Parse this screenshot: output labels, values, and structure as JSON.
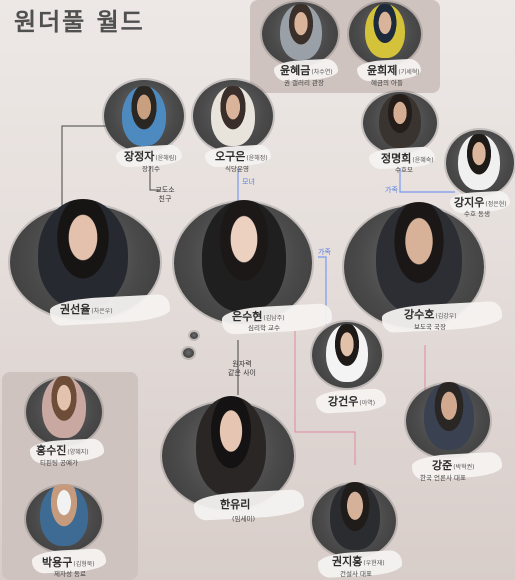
{
  "title": "원더풀 월드",
  "characters": [
    {
      "key": "hyegeum",
      "name": "윤혜금",
      "role": "(차수연)",
      "desc": "권 갤러리 관장"
    },
    {
      "key": "huije",
      "name": "윤희제",
      "role": "(기세혁)",
      "desc": "혜금의 아들"
    },
    {
      "key": "jeongja",
      "name": "장정자",
      "role": "(윤해림)",
      "desc": "장기수"
    },
    {
      "key": "okgeum",
      "name": "오구은",
      "role": "(윤해정)",
      "desc": "식당운영"
    },
    {
      "key": "myeonghui",
      "name": "정명희",
      "role": "(윤혜숙)",
      "desc": "수호모"
    },
    {
      "key": "jangdaewoo",
      "name": "강지우",
      "role": "(정은현)",
      "desc": "수호 동생"
    },
    {
      "key": "seonyul",
      "name": "권선율",
      "role": "(차은우)",
      "desc": ""
    },
    {
      "key": "suhyeon",
      "name": "은수현",
      "role": "(김남주)",
      "desc": "심리학 교수"
    },
    {
      "key": "suho",
      "name": "강수호",
      "role": "(김강우)",
      "desc": "보도국 국장"
    },
    {
      "key": "geonu",
      "name": "강건우",
      "role": "(아역)",
      "desc": ""
    },
    {
      "key": "yuri",
      "name": "한유리",
      "role": "(임세미)",
      "desc": ""
    },
    {
      "key": "sujin",
      "name": "홍수진",
      "role": "(양혜지)",
      "desc": "티핀팅 공예가"
    },
    {
      "key": "yonggu",
      "name": "박용구",
      "role": "(김형묵)",
      "desc": "제자성 동료"
    },
    {
      "key": "gangjun",
      "name": "강준",
      "role": "(박혁권)",
      "desc": "한국 언론사 대표"
    },
    {
      "key": "jihong",
      "name": "권지홍",
      "role": "(우현재)",
      "desc": "건설사 대표"
    }
  ],
  "relations": {
    "prison": "교도소\n친구",
    "mother_daughter": "모녀",
    "family1": "가족",
    "family2": "가족",
    "peers": "원자력\n같은 사이"
  }
}
